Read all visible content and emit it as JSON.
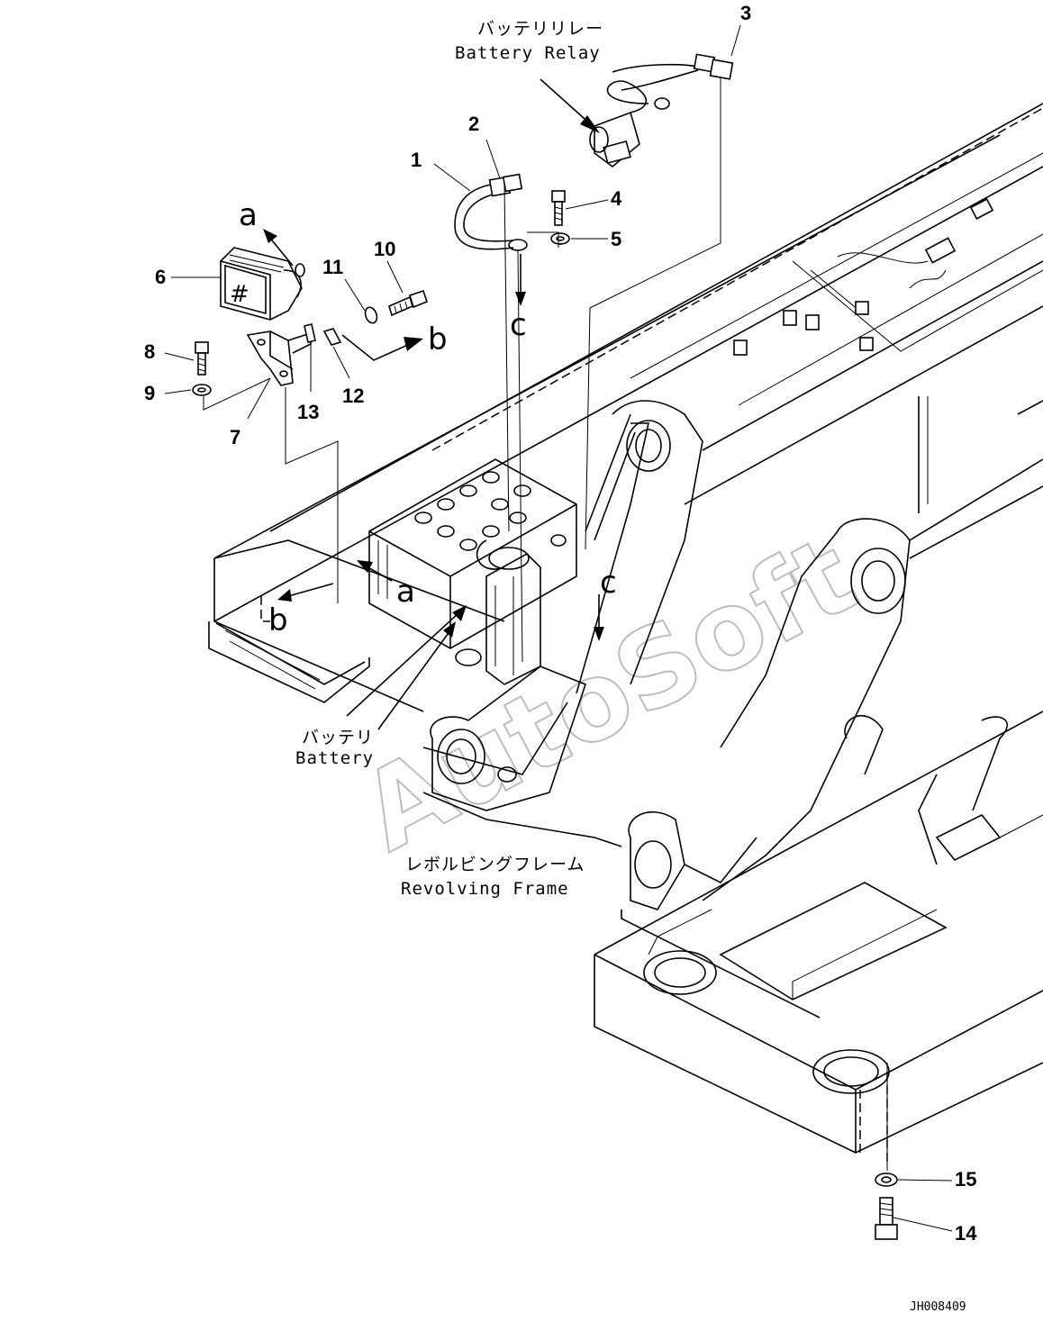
{
  "parts": [
    {
      "num": "1"
    },
    {
      "num": "2"
    },
    {
      "num": "3"
    },
    {
      "num": "4"
    },
    {
      "num": "5"
    },
    {
      "num": "6"
    },
    {
      "num": "7"
    },
    {
      "num": "8"
    },
    {
      "num": "9"
    },
    {
      "num": "10"
    },
    {
      "num": "11"
    },
    {
      "num": "12"
    },
    {
      "num": "13"
    },
    {
      "num": "14"
    },
    {
      "num": "15"
    }
  ],
  "view_refs": {
    "a": "a",
    "b": "b",
    "c": "c"
  },
  "labels": {
    "battery_relay_jp": "バッテリリレー",
    "battery_relay_en": "Battery Relay",
    "battery_jp": "バッテリ",
    "battery_en": "Battery",
    "frame_jp": "レボルビングフレーム",
    "frame_en": "Revolving Frame"
  },
  "watermark": "AutoSoft",
  "drawing_code": "JH008409",
  "colors": {
    "line": "#000000",
    "watermark": "#bdbdbd",
    "background": "#ffffff"
  }
}
